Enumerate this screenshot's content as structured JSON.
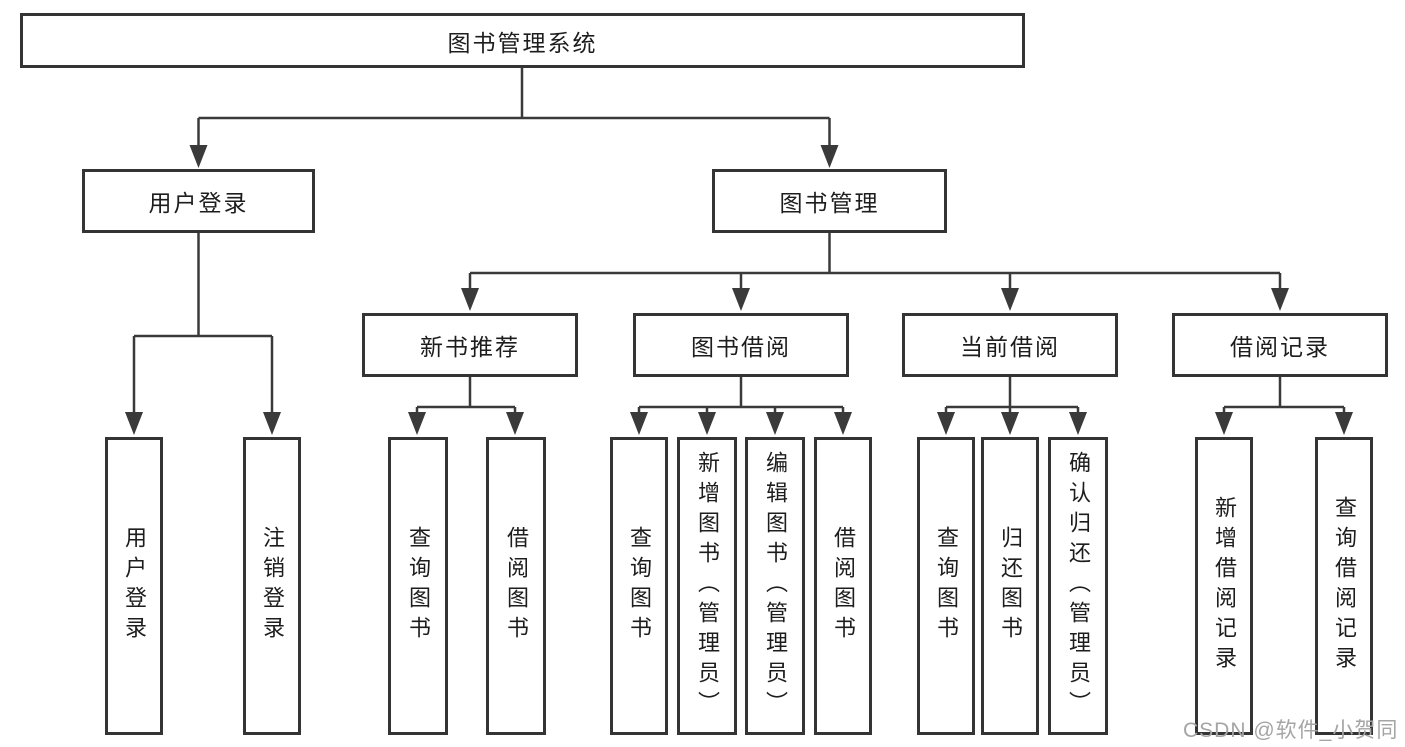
{
  "diagram": {
    "title": "图书管理系统",
    "root": {
      "label": "图书管理系统"
    },
    "level2": {
      "login": {
        "label": "用户登录"
      },
      "mgmt": {
        "label": "图书管理"
      }
    },
    "level3": {
      "recommend": {
        "label": "新书推荐"
      },
      "borrow": {
        "label": "图书借阅"
      },
      "current": {
        "label": "当前借阅"
      },
      "records": {
        "label": "借阅记录"
      }
    },
    "leaves": {
      "login_user": {
        "label": "用户登录"
      },
      "login_logout": {
        "label": "注销登录"
      },
      "rec_query": {
        "label": "查询图书"
      },
      "rec_borrow": {
        "label": "借阅图书"
      },
      "borrow_query": {
        "label": "查询图书"
      },
      "borrow_add": {
        "label": "新增图书（管理员）"
      },
      "borrow_edit": {
        "label": "编辑图书（管理员）"
      },
      "borrow_borrow": {
        "label": "借阅图书"
      },
      "current_query": {
        "label": "查询图书"
      },
      "current_return": {
        "label": "归还图书"
      },
      "current_confirm": {
        "label": "确认归还（管理员）"
      },
      "records_add": {
        "label": "新增借阅记录"
      },
      "records_query": {
        "label": "查询借阅记录"
      }
    },
    "colors": {
      "line": "#3a3a3a",
      "border": "#343434",
      "text": "#1d1d1d",
      "watermark": "#a5a5a5",
      "background": "#ffffff"
    }
  },
  "watermark": {
    "text": "CSDN @软件_小贺同学"
  }
}
